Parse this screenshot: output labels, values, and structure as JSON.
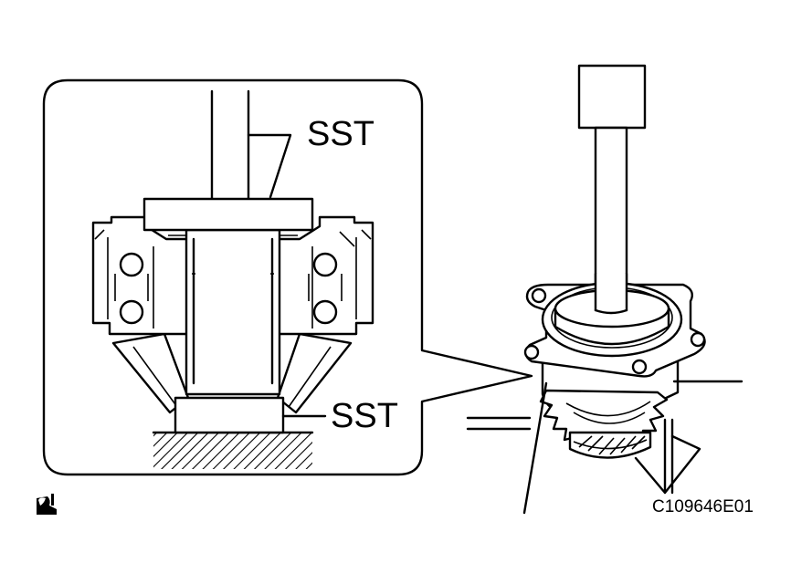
{
  "labels": {
    "sst_top": "SST",
    "sst_bottom": "SST",
    "figure_code": "C109646E01"
  },
  "icons": [
    "procedure-icon"
  ],
  "colors": {
    "ink": "#000000",
    "background": "#ffffff"
  }
}
